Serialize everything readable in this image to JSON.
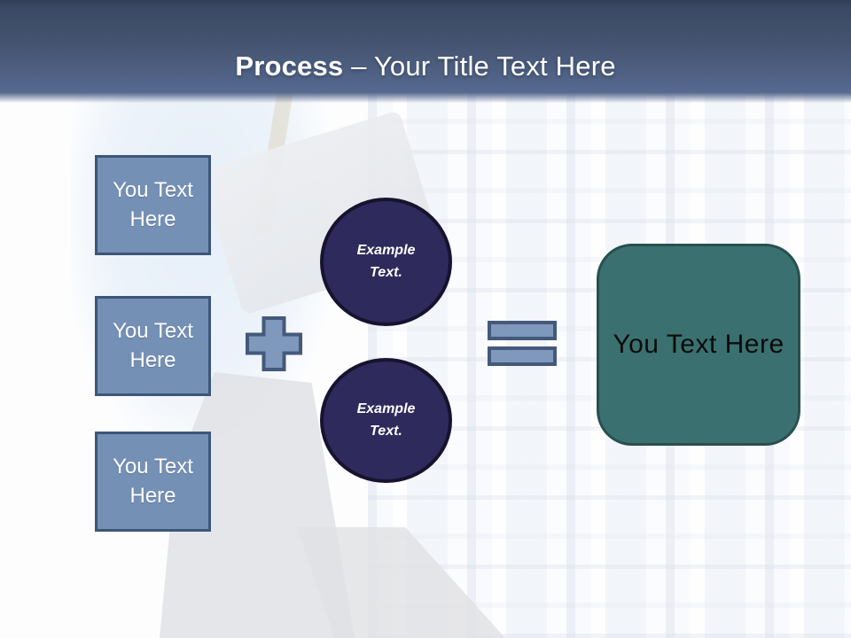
{
  "slide": {
    "title": {
      "bold": "Process",
      "rest": " – Your Title Text Here"
    },
    "left_boxes": [
      {
        "label": "You Text Here"
      },
      {
        "label": "You Text Here"
      },
      {
        "label": "You Text Here"
      }
    ],
    "operators": {
      "plus": "plus",
      "equals": "equals"
    },
    "circles": [
      {
        "label": "Example Text."
      },
      {
        "label": "Example Text."
      }
    ],
    "result_box": {
      "label": "You Text Here"
    },
    "colors": {
      "header_top": "#2f3d56",
      "header_bottom": "#57698f",
      "box_fill": "#7590b5",
      "box_border": "#3d567a",
      "circle_fill": "#2f2a5c",
      "circle_border": "#17132f",
      "operator_fill": "#7e99bb",
      "operator_border": "#44597b",
      "result_fill": "#3b7070",
      "result_border": "#27504d",
      "title_text": "#ffffff",
      "result_text": "#0b0b0b"
    }
  }
}
